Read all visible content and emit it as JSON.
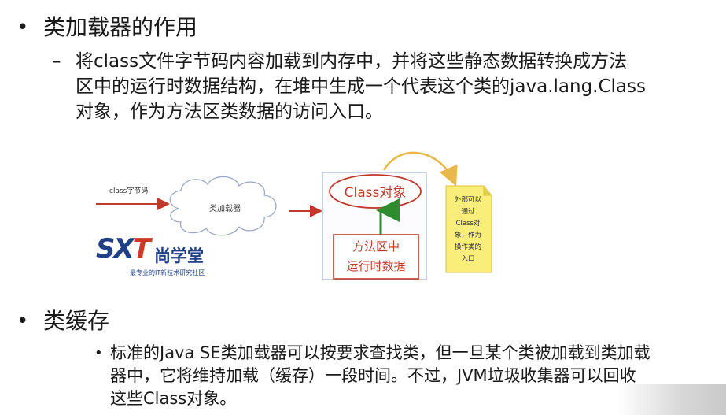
{
  "section1": {
    "bullet": "•",
    "title": "类加载器的作用",
    "dash": "–",
    "lines": [
      "将class文件字节码内容加载到内存中，并将这些静态数据转换成方法",
      "区中的运行时数据结构，在堆中生成一个代表这个类的java.lang.Class",
      "对象，作为方法区类数据的访问入口。"
    ]
  },
  "diagram": {
    "input_label": "class字节码",
    "cloud_label": "类加载器",
    "class_object_label": "Class对象",
    "method_area_lines": [
      "方法区中",
      "运行时数据"
    ],
    "note_lines": [
      "外部可以",
      "通过",
      "Class对",
      "象，作为",
      "操作类的",
      "入口"
    ],
    "logo": {
      "mark_s": "S",
      "mark_x": "X",
      "mark_t": "T",
      "brand": "尚学堂",
      "slogan": "最专业的IT新技术研究社区"
    },
    "colors": {
      "arrow": "#c0392b",
      "cloud_stroke": "#9aa9c9",
      "note_fill": "#f9ee7a",
      "curve_arrow": "#e8b84a",
      "up_arrow": "#2e8b2e"
    }
  },
  "section2": {
    "bullet": "•",
    "title": "类缓存",
    "sub_bullet": "•",
    "lines": [
      "标准的Java SE类加载器可以按要求查找类，但一旦某个类被加载到类加载",
      "器中，它将维持加载（缓存）一段时间。不过，JVM垃圾收集器可以回收",
      "这些Class对象。"
    ]
  }
}
